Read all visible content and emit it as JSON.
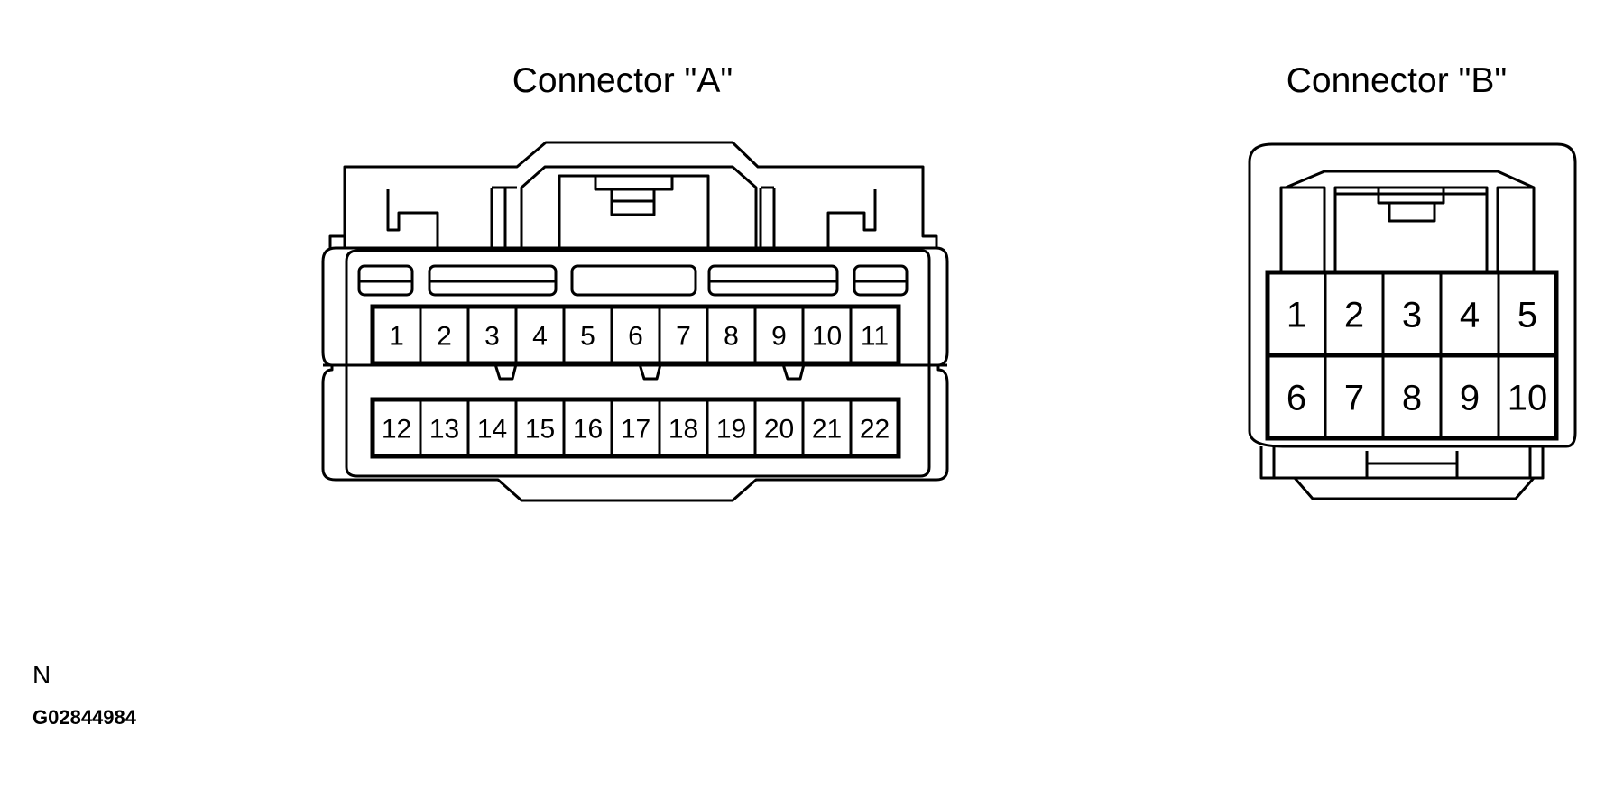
{
  "connector_a": {
    "title": "Connector \"A\"",
    "pins_row1": [
      "1",
      "2",
      "3",
      "4",
      "5",
      "6",
      "7",
      "8",
      "9",
      "10",
      "11"
    ],
    "pins_row2": [
      "12",
      "13",
      "14",
      "15",
      "16",
      "17",
      "18",
      "19",
      "20",
      "21",
      "22"
    ]
  },
  "connector_b": {
    "title": "Connector \"B\"",
    "pins_row1": [
      "1",
      "2",
      "3",
      "4",
      "5"
    ],
    "pins_row2": [
      "6",
      "7",
      "8",
      "9",
      "10"
    ]
  },
  "figure_ref": {
    "letter": "N",
    "code": "G02844984"
  }
}
